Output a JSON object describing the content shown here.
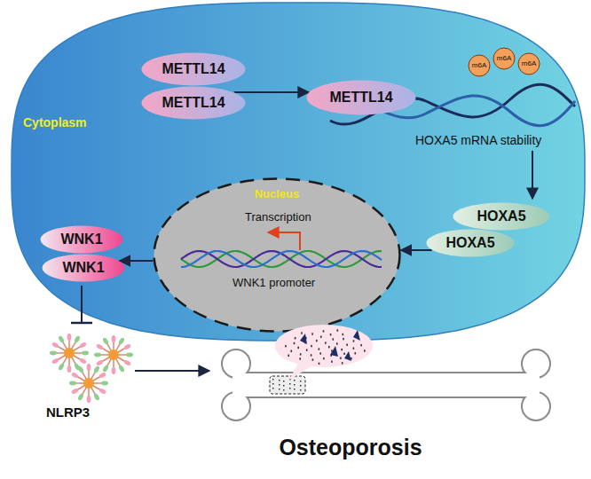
{
  "diagram": {
    "nodes": [
      {
        "text": [
          "Cytoplasm"
        ]
      },
      {
        "text": [
          "METTL14"
        ],
        "in": 0
      },
      {
        "text": [
          "METTL14"
        ],
        "in": 0
      },
      {
        "text": [
          "METTL14"
        ],
        "in": 0
      },
      {
        "text": [
          "m6A"
        ],
        "in": 0
      },
      {
        "text": [
          "m6A"
        ],
        "in": 0
      },
      {
        "text": [
          "m6A"
        ],
        "in": 0
      },
      {
        "text": [
          "HOXA5"
        ],
        "in": 0
      },
      {
        "text": [
          "HOXA5"
        ],
        "in": 0
      },
      {
        "text": [
          "Nucleus"
        ],
        "in": 0
      },
      {
        "text": [
          "WNK1"
        ],
        "in": 0
      },
      {
        "text": [
          "WNK1"
        ],
        "in": 0
      }
    ],
    "edges": [
      {
        "from": 2,
        "to": 3,
        "arrow": "to"
      },
      {
        "from": 8,
        "to": 9,
        "arrow": "to"
      },
      {
        "from": 9,
        "to": 11,
        "arrow": "to"
      }
    ],
    "labels": [
      "HOXA5 mRNA stability",
      "Transcription",
      "WNK1 promoter",
      "NLRP3",
      "Osteoporosis"
    ]
  }
}
